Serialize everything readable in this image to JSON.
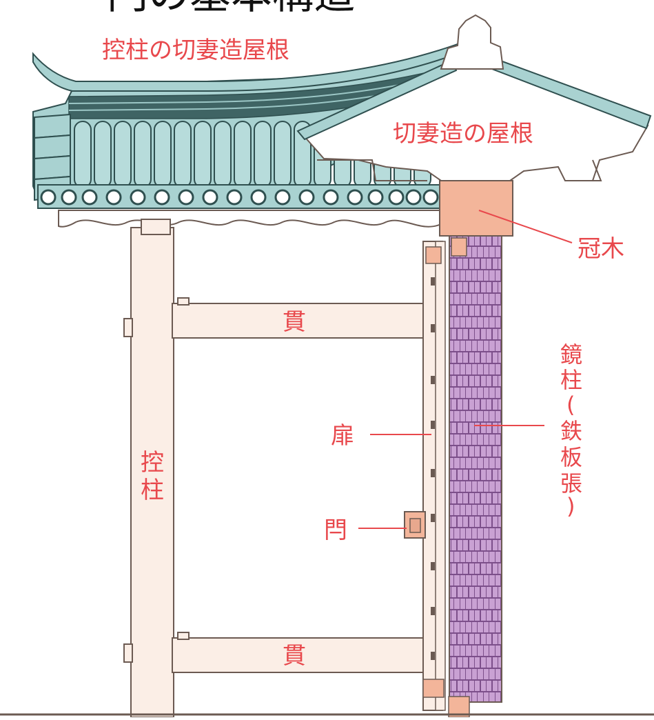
{
  "title": "門の基本構造",
  "labels": {
    "hikae_roof": "控柱の切妻造屋根",
    "kirizuma_roof": "切妻造の屋根",
    "kanagi": "冠木",
    "nuki_top": "貫",
    "nuki_bottom": "貫",
    "hikaebashira": [
      "控",
      "柱"
    ],
    "kagamibashira": [
      "鏡",
      "柱",
      "(",
      "鉄",
      "板",
      "張",
      ")"
    ],
    "tobira": "扉",
    "kannuki": "閂"
  },
  "colors": {
    "tile": "#a9d2d1",
    "tile_dark": "#3f6464",
    "tile_stroke": "#2f4f4f",
    "timber": "#fbeee6",
    "timber_stroke": "#6b5a52",
    "kanagi": "#f3b59a",
    "iron_plate": "#c9a1d3",
    "label": "#e8484c"
  }
}
